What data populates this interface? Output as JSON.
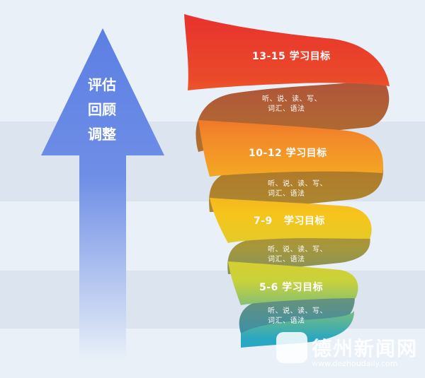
{
  "arrow": {
    "lines": [
      "评估",
      "回顾",
      "调整"
    ]
  },
  "levels": [
    {
      "goal": "13-15 学习目标",
      "skills_line1": "听、说、读、写、",
      "skills_line2": "词汇、语法"
    },
    {
      "goal": "10-12 学习目标",
      "skills_line1": "听、说、读、写、",
      "skills_line2": "词汇、语法"
    },
    {
      "goal": "7-9   学习目标",
      "skills_line1": "听、说、读、写、",
      "skills_line2": "词汇、语法"
    },
    {
      "goal": "5-6 学习目标",
      "skills_line1": "听、说、读、写、",
      "skills_line2": "词汇、语法"
    }
  ],
  "watermark": {
    "title": "德州新闻网",
    "url": "www.dezhoudaily.com"
  },
  "colors": {
    "arrow_top": "#5c7fe4",
    "ribbon_red": "#e8322e",
    "ribbon_orange": "#f28a2a",
    "ribbon_yellow": "#f6c51c",
    "ribbon_teal": "#2aa7c2"
  }
}
